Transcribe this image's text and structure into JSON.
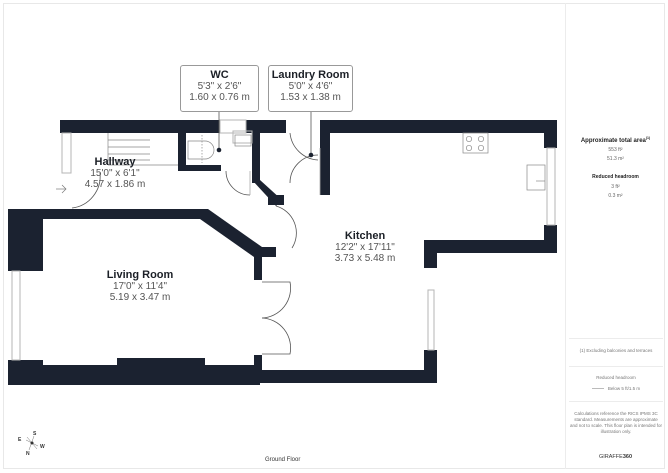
{
  "colors": {
    "wall": "#1b2230",
    "accent": "#1b1f26",
    "window": "#bbbbbb"
  },
  "floor_label": "Ground Floor",
  "rooms": {
    "wc": {
      "name": "WC",
      "imperial": "5'3\" x 2'6\"",
      "metric": "1.60 x 0.76 m"
    },
    "laundry": {
      "name": "Laundry Room",
      "imperial": "5'0\" x 4'6\"",
      "metric": "1.53 x 1.38 m"
    },
    "hallway": {
      "name": "Hallway",
      "imperial": "15'0\" x 6'1\"",
      "metric": "4.57 x 1.86 m"
    },
    "kitchen": {
      "name": "Kitchen",
      "imperial": "12'2\" x 17'11\"",
      "metric": "3.73 x 5.48 m"
    },
    "living": {
      "name": "Living Room",
      "imperial": "17'0\" x 11'4\"",
      "metric": "5.19 x 3.47 m"
    }
  },
  "compass": {
    "n": "N",
    "s": "S",
    "e": "E",
    "w": "W"
  },
  "sidebar": {
    "total_area_title": "Approximate total area",
    "total_area_sup": "(1)",
    "total_area_ft": "553 ft²",
    "total_area_m": "51.3 m²",
    "reduced_title": "Reduced headroom",
    "reduced_ft": "3 ft²",
    "reduced_m": "0.3 m²",
    "footnote": "(1) Excluding balconies and terraces",
    "legend_title": "Reduced headroom",
    "legend_value": "Below 5 ft/1.5 m",
    "disclaimer": "Calculations reference the RICS IPMS 3C standard. Measurements are approximate and not to scale. This floor plan is intended for illustration only.",
    "brand_a": "GIRAFFE",
    "brand_b": "360"
  }
}
